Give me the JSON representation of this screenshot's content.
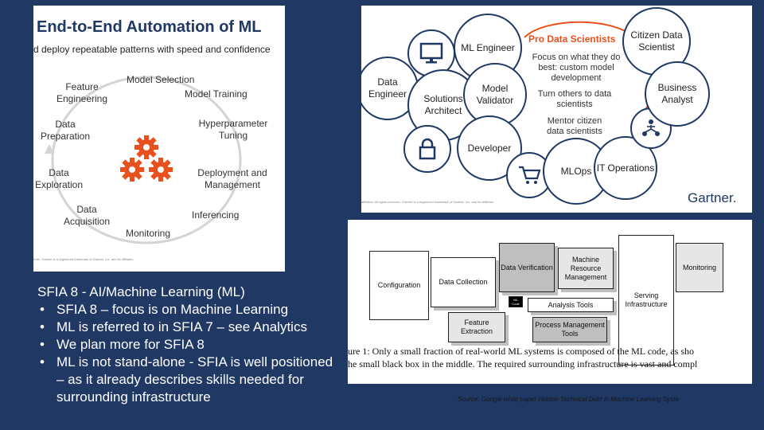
{
  "panel_automation": {
    "title": "End-to-End Automation of ML",
    "subtitle": "d deploy repeatable patterns with speed and confidence",
    "stages": [
      "Model Selection",
      "Model Training",
      "Hyperparameter Tuning",
      "Deployment and Management",
      "Inferencing",
      "Monitoring",
      "Data Acquisition",
      "Data Exploration",
      "Data Preparation",
      "Feature Engineering"
    ],
    "footnote": "rtner. Gartner is a registered trademark of Gartner, Inc. and its affiliates.",
    "icon": "gears-icon",
    "accent_color": "#e8501e"
  },
  "panel_roles": {
    "pro_title": "Pro Data Scientists",
    "pro_lines": [
      "Focus on what they do best: custom model development",
      "Turn others to data scientists",
      "Mentor citizen data scientists"
    ],
    "roles": [
      "ML Engineer",
      "Citizen Data Scientist",
      "Data Engineer",
      "Solutions Architect",
      "Model Validator",
      "Business Analyst",
      "Developer",
      "MLOps",
      "IT Operations"
    ],
    "icons": [
      "monitor-icon",
      "lock-icon",
      "cart-icon",
      "network-people-icon"
    ],
    "logo": "Gartner.",
    "footnote": "affiliates. All rights reserved. Gartner is a registered trademark of Gartner, Inc. and its affiliates.",
    "accent_color": "#e8501e"
  },
  "panel_hidden_debt": {
    "boxes": [
      "Configuration",
      "Data Collection",
      "Data Verification",
      "Machine Resource Management",
      "Serving Infrastructure",
      "Monitoring",
      "ML Code",
      "Analysis Tools",
      "Feature Extraction",
      "Process Management Tools"
    ],
    "caption_line1": "ure 1: Only a small fraction of real-world ML systems is composed of the ML code, as sho",
    "caption_line2": "he small black box in the middle. The required surrounding infrastructure is vast and compl"
  },
  "source": "Source: Google white paper Hidden Technical Debt in Machine Learning Syste",
  "sfia": {
    "heading": "SFIA 8 - AI/Machine Learning (ML)",
    "bullets": [
      "SFIA 8 – focus is on Machine Learning",
      "ML is referred to in SFIA 7 – see Analytics",
      "We plan more for SFIA 8",
      "ML is not stand-alone - SFIA is well positioned – as it already describes skills needed for surrounding infrastructure"
    ]
  }
}
